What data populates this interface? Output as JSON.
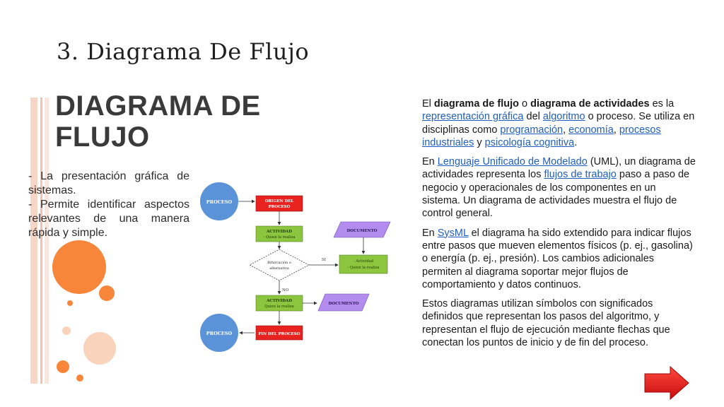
{
  "slide": {
    "title": "3. Diagrama De Flujo"
  },
  "left_panel": {
    "heading_line1": "DIAGRAMA DE",
    "heading_line2": "FLUJO",
    "point1": "- La presentación gráfica de sistemas.",
    "point2": "- Permite identificar aspectos relevantes de una manera rápida y simple."
  },
  "flowchart": {
    "start_circle": "PROCESO",
    "end_circle": "PROCESO",
    "origin_box_line1": "ORIGEN DEL",
    "origin_box_line2": "PROCESO",
    "activity1_line1": "ACTIVIDAD",
    "activity1_line2": "- Quien la realiza",
    "decision_line1": "Bifurcación o",
    "decision_line2": "alternativa",
    "yes_label": "SI",
    "no_label": "NO",
    "side_activity_line1": "- Actividad",
    "side_activity_line2": "- Quien la realiza",
    "document_top": "DOCUMENTO",
    "activity2_line1": "ACTIVIDAD",
    "activity2_line2": "Quien la realiza",
    "document_bottom": "DOCUMENTO",
    "end_box": "FIN DEL PROCESO",
    "colors": {
      "red_box": "#e8231f",
      "green_box": "#8cc63f",
      "purple_doc": "#b48cf0",
      "blue_circle": "#5b93d8"
    }
  },
  "body": {
    "p1": {
      "t1": "El ",
      "b1": "diagrama de flujo",
      "t2": " o ",
      "b2": "diagrama de actividades",
      "t3": " es la ",
      "l1": "representación gráfica",
      "t4": " del ",
      "l2": "algoritmo",
      "t5": " o proceso. Se utiliza en disciplinas como ",
      "l3": "programación",
      "t6": ", ",
      "l4": "economía",
      "t7": ", ",
      "l5": "procesos industriales",
      "t8": " y ",
      "l6": "psicología cognitiva",
      "t9": "."
    },
    "p2": {
      "t1": "En ",
      "l1": "Lenguaje Unificado de Modelado",
      "t2": " (UML), un diagrama de actividades representa los ",
      "l2": "flujos de trabajo",
      "t3": " paso a paso de negocio y operacionales de los componentes en un sistema. Un diagrama de actividades muestra el flujo de control general."
    },
    "p3": {
      "t1": "En ",
      "l1": "SysML",
      "t2": " el diagrama ha sido extendido para indicar flujos entre pasos que mueven elementos físicos (p. ej., gasolina) o energía (p. ej., presión). Los cambios adicionales permiten al diagrama soportar mejor flujos de comportamiento y datos continuos."
    },
    "p4": "Estos diagramas utilizan símbolos con significados definidos que representan los pasos del algoritmo, y representan el flujo de ejecución mediante flechas que conectan los puntos de inicio y de fin del proceso."
  },
  "accent_colors": {
    "orange": "#f7863a",
    "link": "#1f5fbf",
    "arrow": "#e8171b"
  },
  "icons": {
    "next": "right-arrow-icon"
  }
}
